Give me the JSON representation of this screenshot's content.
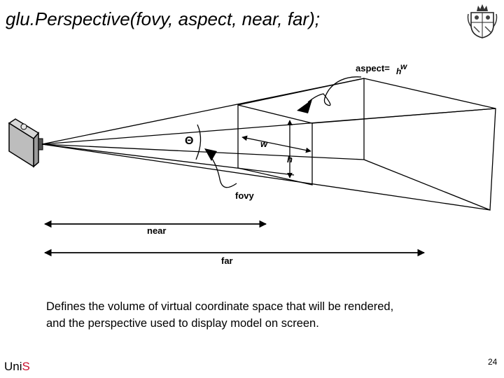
{
  "slide": {
    "title": "glu.Perspective(fovy, aspect, near, far);",
    "caption_line1": "Defines the volume of virtual coordinate space that will be rendered,",
    "caption_line2": "and the perspective used to display model on screen.",
    "logo_text": "Uni",
    "logo_accent": "S",
    "page_number": "24",
    "accent_color": "#c8102e"
  },
  "diagram": {
    "aspect_label": "aspect=",
    "aspect_numerator": "w",
    "aspect_denominator": "h",
    "theta_label": "Θ",
    "w_label": "w",
    "h_label": "h",
    "fovy_label": "fovy",
    "near_label": "near",
    "far_label": "far"
  }
}
